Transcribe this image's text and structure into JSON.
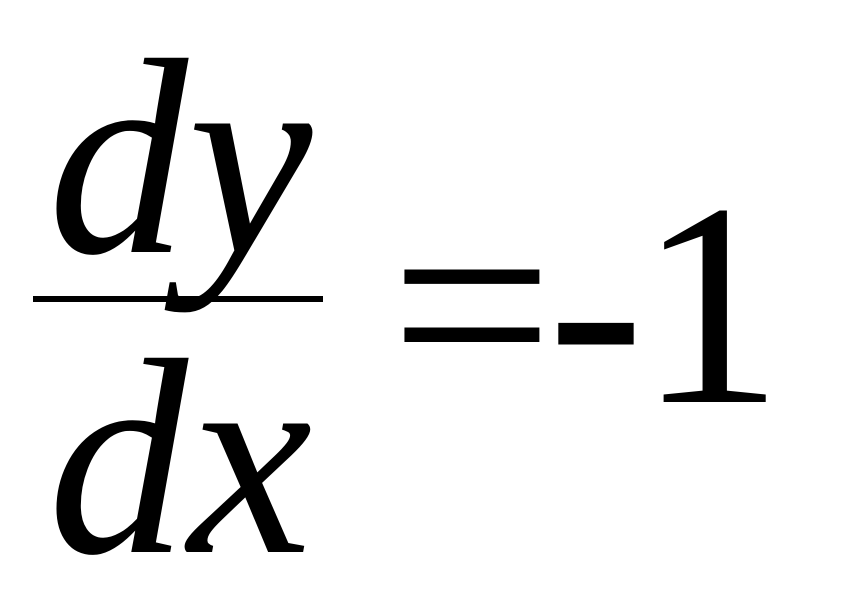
{
  "equation": {
    "numerator": "dy",
    "denominator": "dx",
    "right_hand_side": "=-1"
  }
}
